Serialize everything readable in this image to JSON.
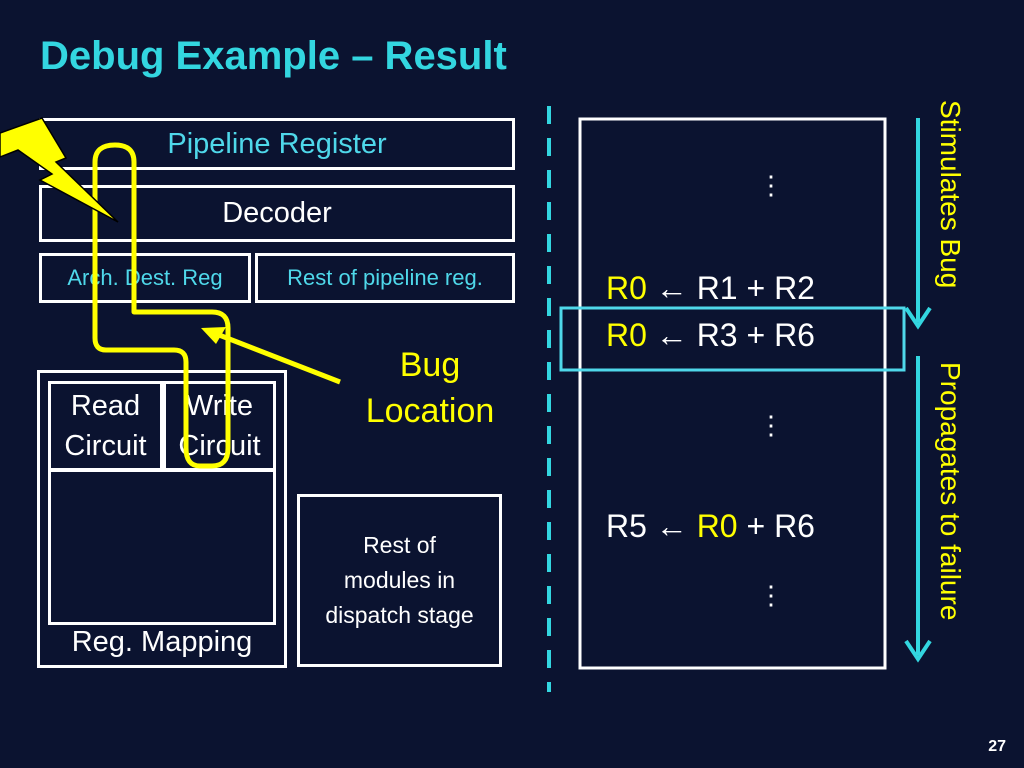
{
  "slide": {
    "title": "Debug Example – Result",
    "page_number": "27"
  },
  "left_diagram": {
    "pipeline_register": "Pipeline Register",
    "decoder": "Decoder",
    "arch_dest_reg": "Arch. Dest. Reg",
    "rest_pipeline_reg": "Rest of pipeline reg.",
    "read_circuit_line1": "Read",
    "read_circuit_line2": "Circuit",
    "write_circuit_line1": "Write",
    "write_circuit_line2": "Circuit",
    "reg_mapping": "Reg. Mapping",
    "rest_modules_line1": "Rest of",
    "rest_modules_line2": "modules in",
    "rest_modules_line3": "dispatch stage",
    "bug_location_line1": "Bug",
    "bug_location_line2": "Location"
  },
  "right_diagram": {
    "ellipsis": "⋮",
    "instr1": {
      "dest": "R0",
      "arrow": " 🠸 ",
      "rest": "R1 + R2"
    },
    "instr2": {
      "dest": "R0",
      "arrow": " 🠸 ",
      "rest": "R3 + R6"
    },
    "instr3": {
      "dest": "R5",
      "arrow": " 🠸 ",
      "src1": "R0",
      "rest": " + R6"
    },
    "stimulates_bug": "Stimulates Bug",
    "propagates_to_failure": "Propagates to failure"
  },
  "colors": {
    "background": "#0b1330",
    "title": "#33d6e0",
    "highlight": "#ffff00",
    "accent": "#4fd8ea",
    "box_border": "#ffffff"
  }
}
